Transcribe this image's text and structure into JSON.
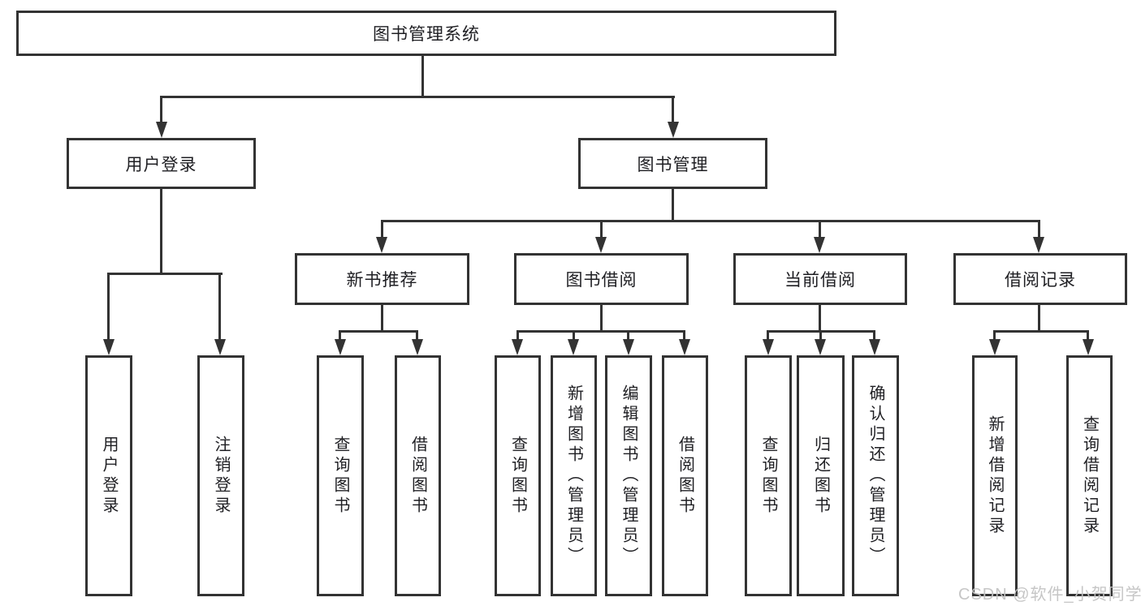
{
  "colors": {
    "line": "#333333",
    "text": "#1f1f23",
    "background": "#ffffff",
    "watermark": "#c3c3c3"
  },
  "tree": {
    "root": {
      "label": "图书管理系统",
      "children": [
        {
          "label": "用户登录",
          "children": [
            {
              "label": "用户登录"
            },
            {
              "label": "注销登录"
            }
          ]
        },
        {
          "label": "图书管理",
          "children": [
            {
              "label": "新书推荐",
              "children": [
                {
                  "label": "查询图书"
                },
                {
                  "label": "借阅图书"
                }
              ]
            },
            {
              "label": "图书借阅",
              "children": [
                {
                  "label": "查询图书"
                },
                {
                  "label": "新增图书（管理员）"
                },
                {
                  "label": "编辑图书（管理员）"
                },
                {
                  "label": "借阅图书"
                }
              ]
            },
            {
              "label": "当前借阅",
              "children": [
                {
                  "label": "查询图书"
                },
                {
                  "label": "归还图书"
                },
                {
                  "label": "确认归还（管理员）"
                }
              ]
            },
            {
              "label": "借阅记录",
              "children": [
                {
                  "label": "新增借阅记录"
                },
                {
                  "label": "查询借阅记录"
                }
              ]
            }
          ]
        }
      ]
    }
  },
  "watermark": {
    "text": "CSDN @软件_小贺同学"
  }
}
